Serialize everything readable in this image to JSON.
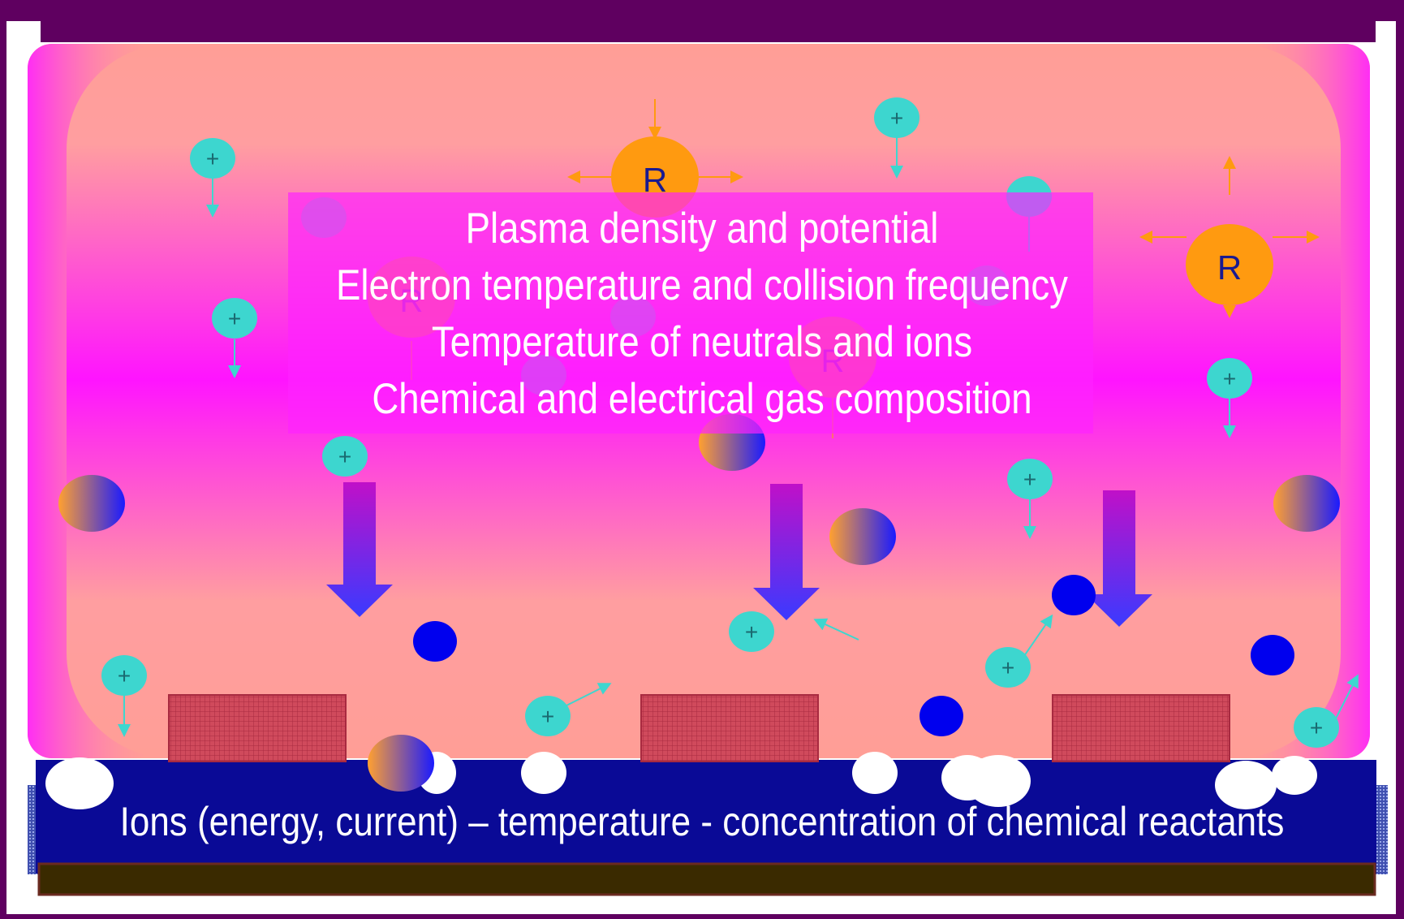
{
  "plasma_properties": [
    "Plasma density and potential",
    "Electron temperature and collision frequency",
    "Temperature of neutrals and ions",
    "Chemical and electrical gas composition"
  ],
  "surface_properties": "Ions (energy, current) – temperature - concentration of chemical reactants",
  "particle_labels": {
    "radical": "R",
    "ion": "+"
  },
  "colors": {
    "frame": "#5f0060",
    "plasma_edge": "#ff9e96",
    "plasma_center": "#ff1aff",
    "substrate": "#0a0a96",
    "ion": "#3dd6cf",
    "radical": "#ff9a10",
    "electron": "#0000ee",
    "mask": "#cc4455"
  }
}
